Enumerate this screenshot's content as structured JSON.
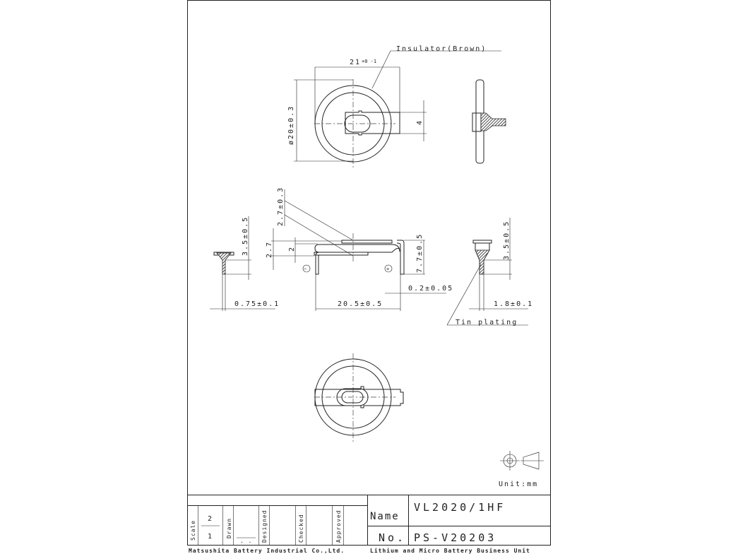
{
  "drawing": {
    "labels": {
      "insulator": "Insulator(Brown)",
      "width_top": "21",
      "width_top_tol": "+0 -1",
      "diameter": "ø20±0.3",
      "tab_width": "4",
      "dim_27_03": "2.7±0.3",
      "dim_35_left": "3.5±0.5",
      "dim_27": "2.7",
      "dim_2": "2",
      "dim_77": "7.7±0.5",
      "dim_35_right": "3.5±0.5",
      "dim_075": "0.75±0.1",
      "dim_205": "20.5±0.5",
      "dim_02": "0.2±0.05",
      "dim_18": "1.8±0.1",
      "tin_plating": "Tin plating",
      "minus": "−",
      "plus": "+",
      "unit": "Unit:mm"
    }
  },
  "title_block": {
    "scale_label": "Scale",
    "scale_num": "2",
    "scale_den": "1",
    "drawn_label": "Drawn",
    "drawn_value": ". .",
    "designed_label": "Designed",
    "checked_label": "Checked",
    "approved_label": "Approved",
    "name_label": "Name",
    "name_value": "VL2020/1HF",
    "no_label": "No.",
    "no_value": "PS-V20203",
    "company": "Matsushita Battery Industrial Co.,Ltd.",
    "division": "Lithium and Micro Battery Business Unit"
  }
}
